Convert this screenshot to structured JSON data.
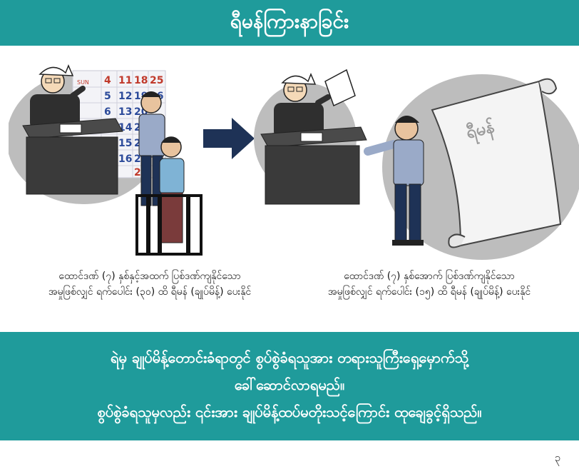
{
  "header": {
    "title": "ရီမန်ကြားနာခြင်း"
  },
  "scenes": {
    "left_caption_line1": "ထောင်ဒဏ် (၇) နှစ်နှင့်အထက် ပြစ်ဒဏ်ကျနိုင်သော",
    "left_caption_line2": "အမှုဖြစ်လျှင် ရက်ပေါင်း (၃၀) ထိ ရီမန် (ချုပ်မိန့်) ပေးနိုင်",
    "right_caption_line1": "ထောင်ဒဏ် (၇) နှစ်အောက် ပြစ်ဒဏ်ကျနိုင်သော",
    "right_caption_line2": "အမှုဖြစ်လျှင် ရက်ပေါင်း (၁၅) ထိ ရီမန် (ချုပ်မိန့်) ပေးနိုင်",
    "scroll_label": "ရီမန်",
    "calendar_numbers": [
      "4",
      "11",
      "18",
      "25",
      "5",
      "12",
      "19",
      "26",
      "6",
      "13",
      "20",
      "14",
      "21",
      "15",
      "22",
      "16",
      "23",
      "24"
    ],
    "calendar_label": "SUN"
  },
  "banner": {
    "line1": "ရဲမှ ချုပ်မိန့်တောင်းခံရာတွင် စွပ်စွဲခံရသူအား တရားသူကြီးရှေ့မှောက်သို့",
    "line2": "ခေါ်ဆောင်လာရမည်။",
    "line3": "စွပ်စွဲခံရသူမှလည်း ၎င်းအား ချုပ်မိန့်ထပ်မတိုးသင့်ကြောင်း ထုချေခွင့်ရှိသည်။"
  },
  "page": {
    "number": "၃"
  },
  "colors": {
    "teal": "#1f9b9b",
    "navy": "#1e3256",
    "desk": "#3a3a3a",
    "blob": "#bdbdbd"
  }
}
